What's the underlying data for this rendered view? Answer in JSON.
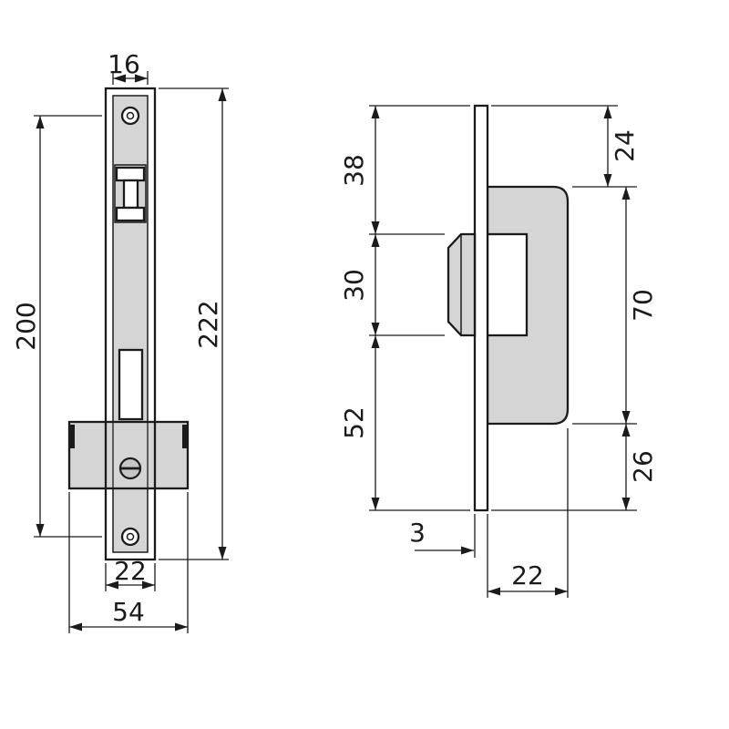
{
  "drawing": {
    "colors": {
      "line": "#1b1b1b",
      "metal": "#d5d5d5",
      "screw": "#c6c6c6",
      "background": "#ffffff"
    },
    "front_view": {
      "dim_inner_plate_width": "16",
      "dim_screw_spacing": "200",
      "dim_faceplate_height": "222",
      "dim_faceplate_width": "22",
      "dim_case_width": "54"
    },
    "side_view": {
      "dim_top_to_bolt": "38",
      "dim_bolt_height": "30",
      "dim_bolt_to_bottom": "52",
      "dim_top_to_case": "24",
      "dim_case_height": "70",
      "dim_case_to_bottom": "26",
      "dim_plate_thickness": "3",
      "dim_case_depth": "22"
    }
  }
}
